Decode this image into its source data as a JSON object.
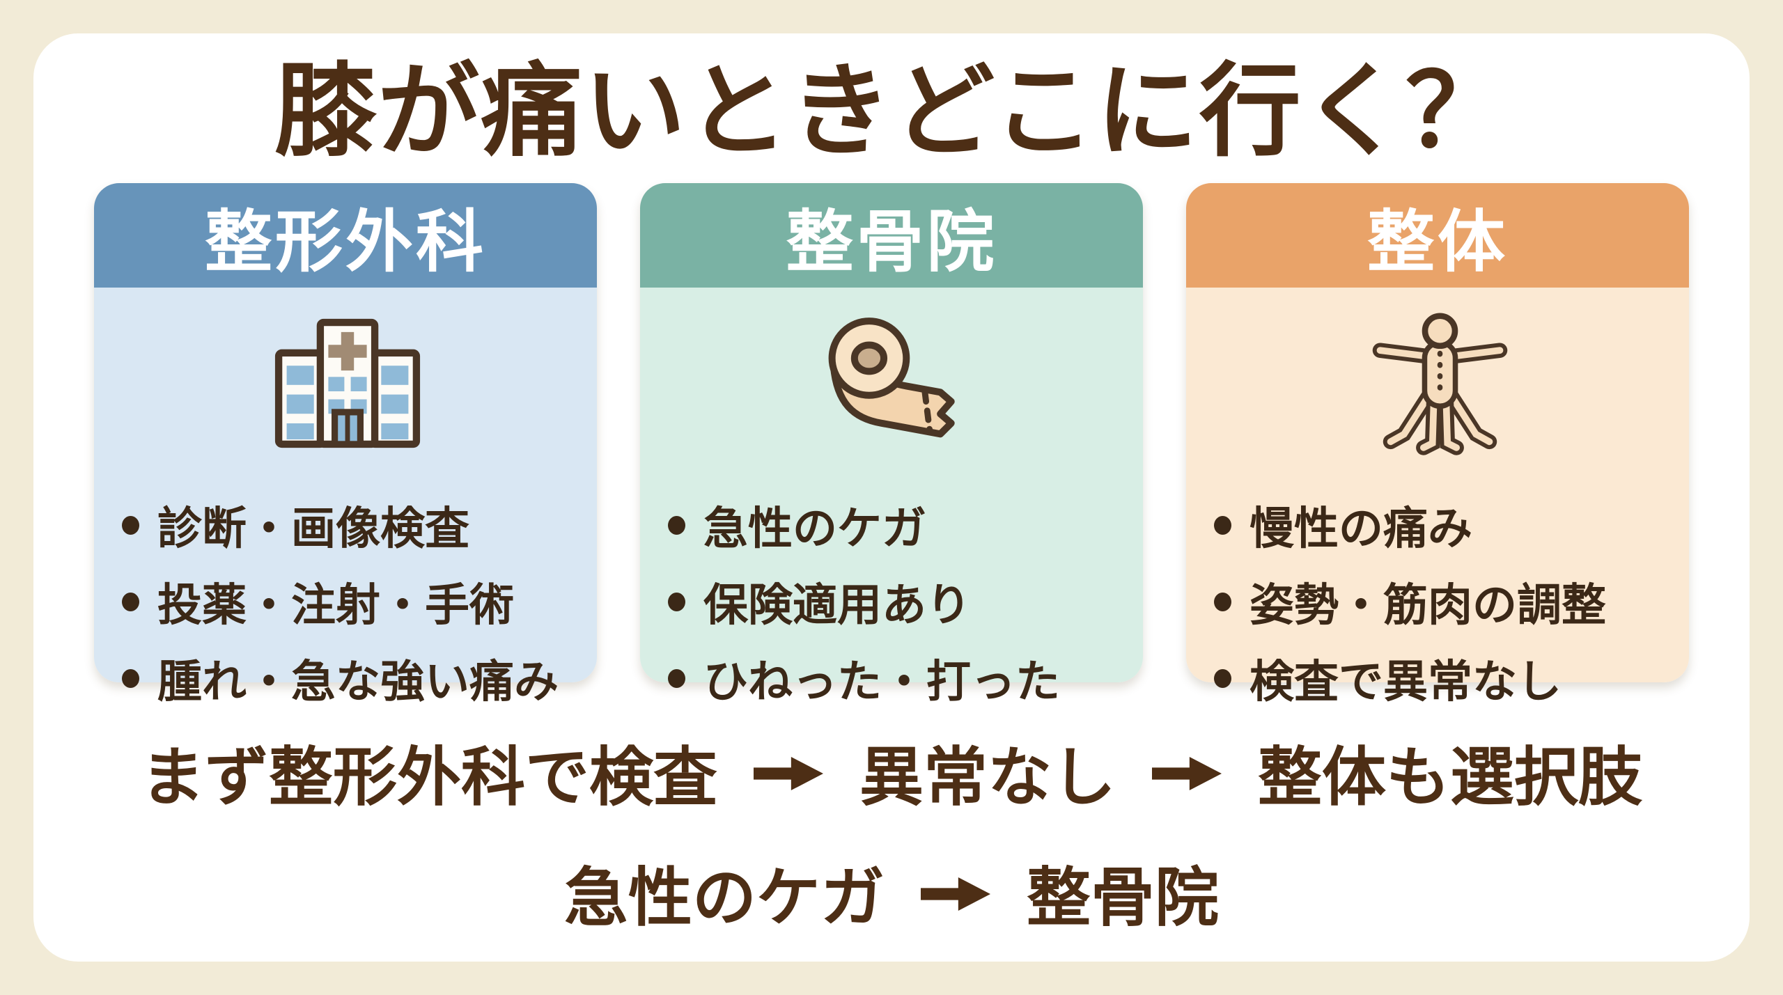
{
  "page": {
    "title": "膝が痛いときどこに行く？",
    "background_color": "#F2EBD7",
    "card_color": "#FFFFFF",
    "text_color": "#4D2E15"
  },
  "columns": [
    {
      "title": "整形外科",
      "icon": "hospital-icon",
      "header_color": "#6794BA",
      "body_color": "#D9E7F3",
      "bullets": [
        "診断・画像検査",
        "投薬・注射・手術",
        "腫れ・急な強い痛み"
      ]
    },
    {
      "title": "整骨院",
      "icon": "bandage-roll-icon",
      "header_color": "#7AB2A4",
      "body_color": "#D8EEE5",
      "bullets": [
        "急性のケガ",
        "保険適用あり",
        "ひねった・打った"
      ]
    },
    {
      "title": "整体",
      "icon": "human-body-icon",
      "header_color": "#E9A369",
      "body_color": "#FBE9D3",
      "bullets": [
        "慢性の痛み",
        "姿勢・筋肉の調整",
        "検査で異常なし"
      ]
    }
  ],
  "flow_lines": [
    {
      "arrow_icon": "arrow-right-icon",
      "steps": [
        "まず整形外科で検査",
        "異常なし",
        "整体も選択肢"
      ]
    },
    {
      "arrow_icon": "arrow-right-icon",
      "steps": [
        "急性のケガ",
        "整骨院"
      ]
    }
  ]
}
